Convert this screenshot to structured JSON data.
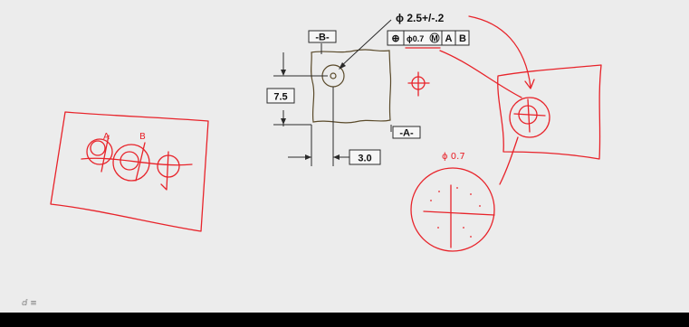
{
  "drawing": {
    "datum_b_label": "-B-",
    "datum_a_label": "-A-",
    "hole_size_note": "ϕ 2.5+/-.2",
    "fcf": {
      "symbol": "⊕",
      "tolerance": "ϕ0.7",
      "modifier": "M",
      "datum1": "A",
      "datum2": "B"
    },
    "dim_vertical": "7.5",
    "dim_horizontal": "3.0"
  },
  "annotations": {
    "sketch_label_a": "A",
    "sketch_label_b": "B",
    "zone_label": "ϕ 0.7"
  },
  "footer": {
    "corner_glyph": "ⅆ ≡"
  },
  "colors": {
    "background": "#ececec",
    "ink": "#e8232a",
    "bottom_bar": "#000000"
  }
}
